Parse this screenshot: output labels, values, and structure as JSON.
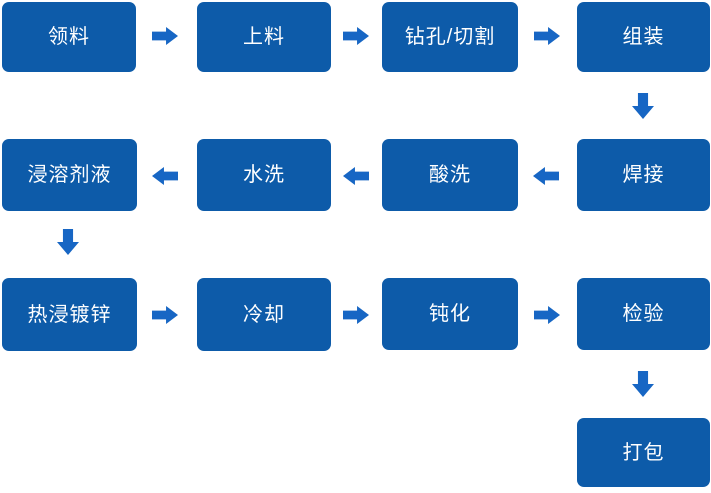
{
  "diagram": {
    "type": "flowchart",
    "description": "hot-dip galvanizing process flow",
    "colors": {
      "background": "#ffffff",
      "box": "#0d5ba9",
      "arrow": "#1766c4",
      "text": "#ffffff"
    },
    "nodes": [
      {
        "label": "领料"
      },
      {
        "label": "上料"
      },
      {
        "label": "钻孔/切割"
      },
      {
        "label": "组装"
      },
      {
        "label": "浸溶剂液"
      },
      {
        "label": "水洗"
      },
      {
        "label": "酸洗"
      },
      {
        "label": "焊接"
      },
      {
        "label": "热浸镀锌"
      },
      {
        "label": "冷却"
      },
      {
        "label": "钝化"
      },
      {
        "label": "检验"
      },
      {
        "label": "打包"
      }
    ],
    "flow_sequence": [
      "领料",
      "上料",
      "钻孔/切割",
      "组装",
      "焊接",
      "酸洗",
      "水洗",
      "浸溶剂液",
      "热浸镀锌",
      "冷却",
      "钝化",
      "检验",
      "打包"
    ]
  }
}
